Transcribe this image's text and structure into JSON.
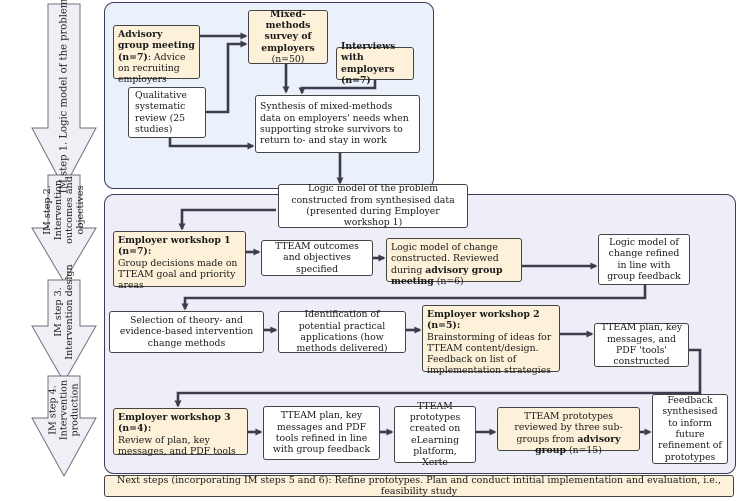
{
  "steps": [
    {
      "text": "IM step 1. Logic model of the problem"
    },
    {
      "line1": "IM step 2.",
      "line2": "Intervention",
      "line3": "outcomes and",
      "line4": "objectives"
    },
    {
      "line1": "IM step 3.",
      "line2": "Intervention  design"
    },
    {
      "line1": "IM step 4.",
      "line2": "Intervention",
      "line3": "production"
    }
  ],
  "boxes": {
    "advisory": {
      "bold": "Advisory group meeting (n=7)",
      "rest": ": Advice on recruiting employers"
    },
    "survey": {
      "bold": "Mixed-methods survey of employers",
      "rest": "(n=50)"
    },
    "interviews": {
      "bold": "Interviews with employers (n=7)"
    },
    "review": {
      "text": "Qualitative systematic review (25 studies)"
    },
    "synthesis": {
      "text": "Synthesis of mixed-methods data on employers' needs when supporting stroke survivors to return to- and stay in work"
    },
    "logic_problem": {
      "text": "Logic model of the problem constructed from synthesised data (presented during Employer workshop 1)"
    },
    "workshop1": {
      "bold": "Employer workshop 1 (n=7):",
      "rest": "Group decisions made on TTEAM goal and priority areas"
    },
    "outcomes": {
      "text": "TTEAM outcomes and objectives specified"
    },
    "logic_change": {
      "text": "Logic model of change constructed. Reviewed during ",
      "bold": "advisory group meeting",
      "rest": " (n=6)"
    },
    "logic_refined": {
      "text": "Logic model of change refined in line with group feedback"
    },
    "theory": {
      "text": "Selection of theory- and evidence-based intervention change methods"
    },
    "applications": {
      "text": "Identification of potential practical applications (how methods delivered)"
    },
    "workshop2": {
      "bold": "Employer workshop 2 (n=5):",
      "rest": "Brainstorming of ideas for TTEAM content/design. Feedback on list of implementation strategies"
    },
    "plan_constructed": {
      "text": "TTEAM plan, key messages, and PDF 'tools' constructed"
    },
    "workshop3": {
      "bold": "Employer workshop 3 (n=4):",
      "rest": "Review of plan, key messages, and PDF tools"
    },
    "plan_refined": {
      "text": "TTEAM plan, key messages and PDF tools refined in line with group feedback"
    },
    "prototypes": {
      "text": "TTEAM prototypes created on eLearning platform, Xerte"
    },
    "prototypes_reviewed": {
      "text": "TTEAM prototypes reviewed by three sub-groups from ",
      "bold": "advisory group",
      "rest": " (n=15)"
    },
    "feedback": {
      "text": "Feedback synthesised to inform future refinement of prototypes"
    },
    "next_steps": {
      "text": "Next steps (incorporating IM steps 5 and 6):  Refine prototypes. Plan and conduct intitial implementation and evaluation, i.e., feasibility study"
    }
  },
  "colors": {
    "panel1_bg": "#eaf1fb",
    "panel2_bg": "#eeeef8",
    "cream": "#fdf2d9",
    "arrow_fill": "#eef0f6",
    "line": "#3c3c4c"
  }
}
